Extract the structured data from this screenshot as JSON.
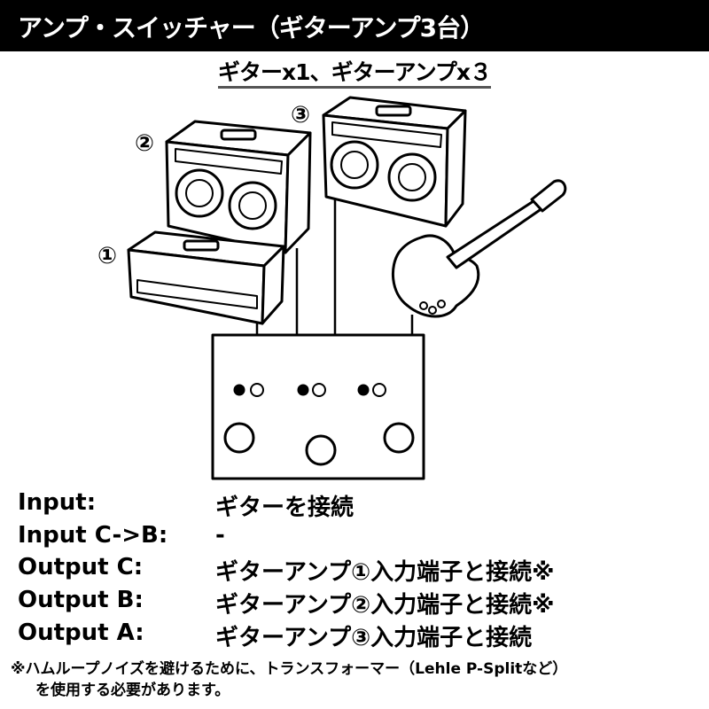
{
  "header": {
    "title": "アンプ・スイッチャー（ギターアンプ3台）"
  },
  "subtitle": "ギターx1、ギターアンプx３",
  "diagram": {
    "amp_labels": [
      "①",
      "②",
      "③"
    ]
  },
  "connections": [
    {
      "label": "Input:",
      "value": "ギターを接続",
      "mark": ""
    },
    {
      "label": "Input C->B:",
      "value": "-",
      "mark": ""
    },
    {
      "label": "Output C:",
      "value": "ギターアンプ①入力端子と接続",
      "mark": "※"
    },
    {
      "label": "Output B:",
      "value": "ギターアンプ②入力端子と接続",
      "mark": "※"
    },
    {
      "label": "Output A:",
      "value": "ギターアンプ③入力端子と接続",
      "mark": ""
    }
  ],
  "note": {
    "line1": "※ハムループノイズを避けるために、トランスフォーマー（Lehle P-Splitなど）",
    "line2": "を使用する必要があります。"
  }
}
